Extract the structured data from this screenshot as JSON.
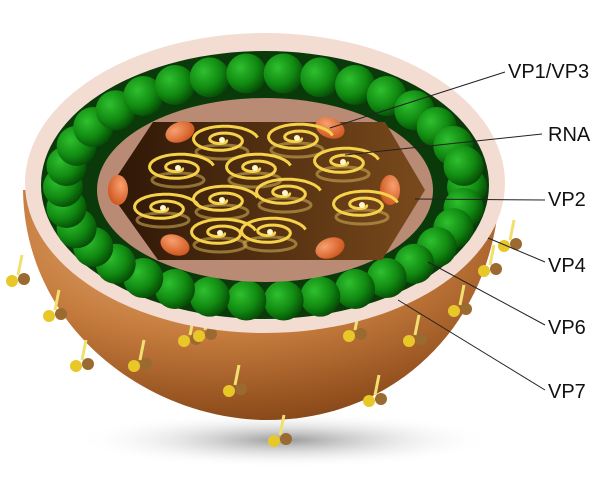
{
  "labels": {
    "vp1_vp3": "VP1/VP3",
    "rna": "RNA",
    "vp2": "VP2",
    "vp4": "VP4",
    "vp6": "VP6",
    "vp7": "VP7"
  },
  "colors": {
    "outer_shell": "#b8672c",
    "rim": "#f3ddd3",
    "vp6_layer": "#118a11",
    "vp2_layer": "#b98a74",
    "core": "#4a2a10",
    "vp1_vp3": "#e0733a",
    "rna": "#f5d24a",
    "vp4_spike": "#e8c828"
  }
}
